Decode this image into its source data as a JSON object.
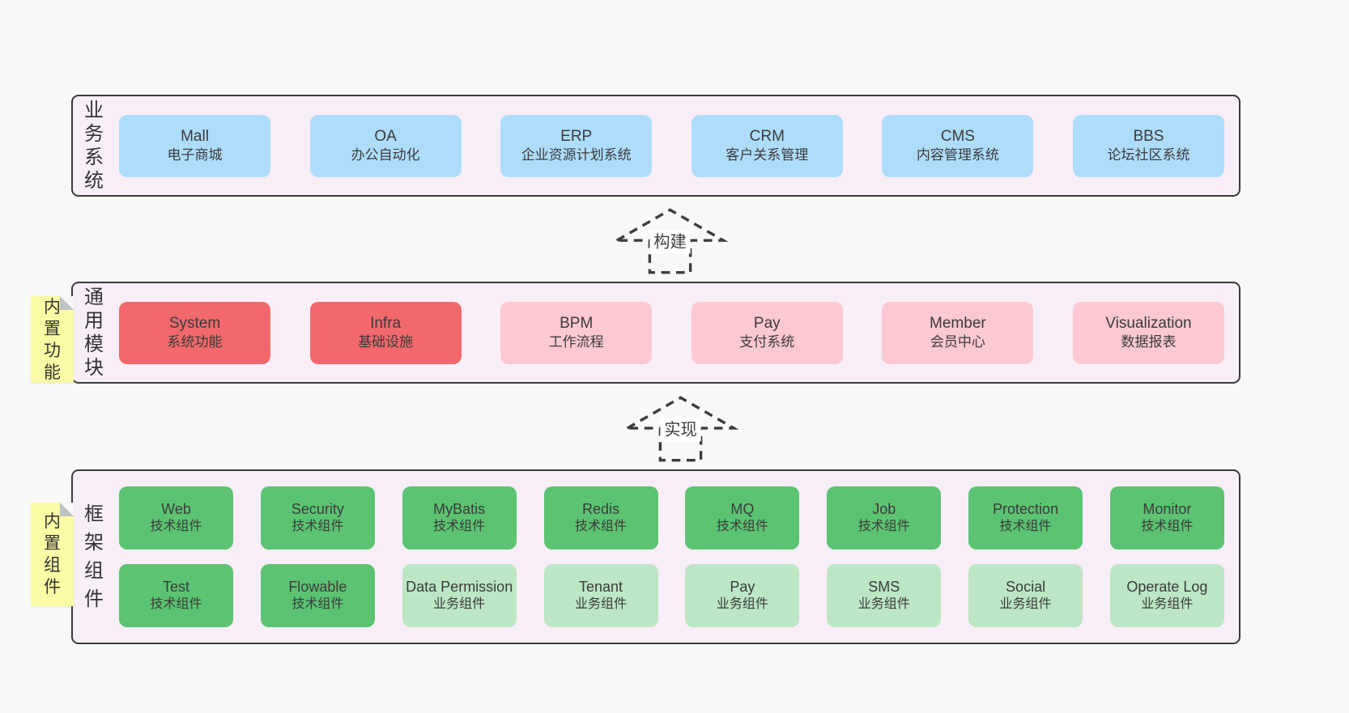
{
  "diagram": {
    "arrows": [
      {
        "label": "构建"
      },
      {
        "label": "实现"
      }
    ],
    "notes": [
      {
        "label": "内置功能"
      },
      {
        "label": "内置组件"
      }
    ],
    "layers": {
      "business": {
        "label": "业务系统",
        "boxes": [
          {
            "name": "Mall",
            "desc": "电子商城"
          },
          {
            "name": "OA",
            "desc": "办公自动化"
          },
          {
            "name": "ERP",
            "desc": "企业资源计划系统"
          },
          {
            "name": "CRM",
            "desc": "客户关系管理"
          },
          {
            "name": "CMS",
            "desc": "内容管理系统"
          },
          {
            "name": "BBS",
            "desc": "论坛社区系统"
          }
        ]
      },
      "modules": {
        "label": "通用模块",
        "boxes": [
          {
            "name": "System",
            "desc": "系统功能"
          },
          {
            "name": "Infra",
            "desc": "基础设施"
          },
          {
            "name": "BPM",
            "desc": "工作流程"
          },
          {
            "name": "Pay",
            "desc": "支付系统"
          },
          {
            "name": "Member",
            "desc": "会员中心"
          },
          {
            "name": "Visualization",
            "desc": "数据报表"
          }
        ]
      },
      "components": {
        "label": "框架组件",
        "row1": [
          {
            "name": "Web",
            "desc": "技术组件"
          },
          {
            "name": "Security",
            "desc": "技术组件"
          },
          {
            "name": "MyBatis",
            "desc": "技术组件"
          },
          {
            "name": "Redis",
            "desc": "技术组件"
          },
          {
            "name": "MQ",
            "desc": "技术组件"
          },
          {
            "name": "Job",
            "desc": "技术组件"
          },
          {
            "name": "Protection",
            "desc": "技术组件"
          },
          {
            "name": "Monitor",
            "desc": "技术组件"
          }
        ],
        "row2": [
          {
            "name": "Test",
            "desc": "技术组件"
          },
          {
            "name": "Flowable",
            "desc": "技术组件"
          },
          {
            "name": "Data Permission",
            "desc": "业务组件"
          },
          {
            "name": "Tenant",
            "desc": "业务组件"
          },
          {
            "name": "Pay",
            "desc": "业务组件"
          },
          {
            "name": "SMS",
            "desc": "业务组件"
          },
          {
            "name": "Social",
            "desc": "业务组件"
          },
          {
            "name": "Operate Log",
            "desc": "业务组件"
          }
        ]
      }
    },
    "colors": {
      "page_bg": "#f8f8f8",
      "layer_bg": "#f8eef7",
      "layer_border": "#3a3a3a",
      "box_blue": "#aeddfb",
      "box_red": "#f1696c",
      "box_pink": "#fcc8d2",
      "box_green_strong": "#5bc372",
      "box_green_light": "#bce6c4",
      "note_yellow": "#fbfaa5",
      "text": "#3b3b3b"
    }
  }
}
